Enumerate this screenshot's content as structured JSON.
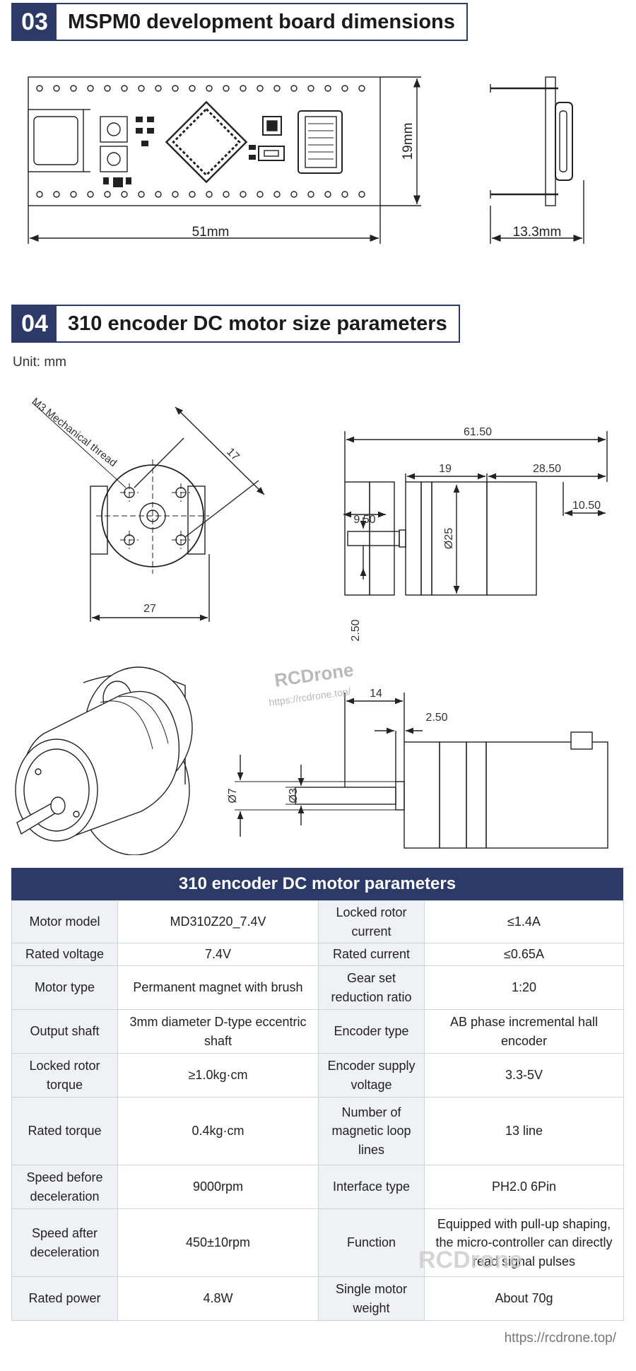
{
  "section3": {
    "number": "03",
    "title": "MSPM0 development board dimensions",
    "dim_width": "51mm",
    "dim_height": "19mm",
    "dim_side": "13.3mm"
  },
  "section4": {
    "number": "04",
    "title": "310 encoder DC motor size parameters",
    "unit": "Unit:  mm",
    "front_view": {
      "thread_label": "M3 Mechanical thread",
      "dim_17": "17",
      "dim_27": "27"
    },
    "side_view": {
      "dim_61_50": "61.50",
      "dim_19": "19",
      "dim_28_50": "28.50",
      "dim_10_50": "10.50",
      "dim_9_50": "9.50",
      "dim_25": "Ø25",
      "dim_2_50": "2.50"
    },
    "bottom_view": {
      "dim_14": "14",
      "dim_2_50": "2.50",
      "dim_7": "Ø7",
      "dim_3": "Ø3"
    }
  },
  "watermark": {
    "brand": "RCDrone",
    "url": "https://rcdrone.top/"
  },
  "table": {
    "title": "310 encoder DC motor parameters",
    "rows": [
      {
        "label1": "Motor model",
        "value1": "MD310Z20_7.4V",
        "label2": "Locked rotor current",
        "value2": "≤1.4A"
      },
      {
        "label1": "Rated voltage",
        "value1": "7.4V",
        "label2": "Rated current",
        "value2": "≤0.65A"
      },
      {
        "label1": "Motor type",
        "value1": "Permanent magnet with brush",
        "label2": "Gear set reduction ratio",
        "value2": "1:20"
      },
      {
        "label1": "Output shaft",
        "value1": "3mm diameter D-type eccentric shaft",
        "label2": "Encoder type",
        "value2": "AB phase incremental hall encoder"
      },
      {
        "label1": "Locked rotor torque",
        "value1": "≥1.0kg·cm",
        "label2": "Encoder supply voltage",
        "value2": "3.3-5V"
      },
      {
        "label1": "Rated torque",
        "value1": "0.4kg·cm",
        "label2": "Number of magnetic loop lines",
        "value2": "13 line"
      },
      {
        "label1": "Speed before deceleration",
        "value1": "9000rpm",
        "label2": "Interface type",
        "value2": "PH2.0 6Pin"
      },
      {
        "label1": "Speed after deceleration",
        "value1": "450±10rpm",
        "label2": "Function",
        "value2": "Equipped with pull-up shaping, the micro-controller can directly read signal pulses"
      },
      {
        "label1": "Rated power",
        "value1": "4.8W",
        "label2": "Single motor weight",
        "value2": "About 70g"
      }
    ]
  },
  "footer": {
    "url": "https://rcdrone.top/"
  }
}
